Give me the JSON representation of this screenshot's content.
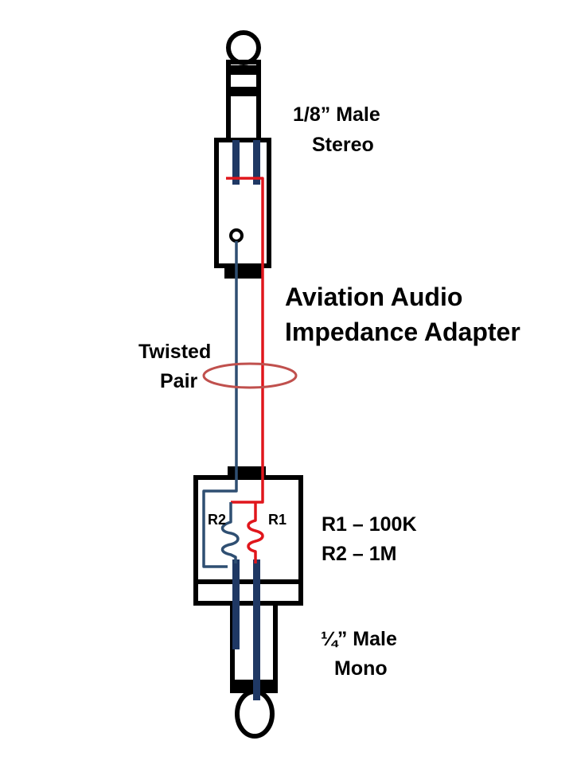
{
  "title_line1": "Aviation Audio",
  "title_line2": "Impedance Adapter",
  "top_plug": {
    "line1": "1/8” Male",
    "line2": "Stereo"
  },
  "bottom_plug": {
    "line1": "¼” Male",
    "line2": "Mono"
  },
  "twisted_pair": {
    "line1": "Twisted",
    "line2": "Pair"
  },
  "resistor_tags": {
    "r1": "R1",
    "r2": "R2"
  },
  "resistor_values": {
    "r1": "R1 – 100K",
    "r2": "R2 – 1M"
  },
  "colors": {
    "outline": "#000000",
    "conductor": "#1f3864",
    "wire_blue": "#2f4f72",
    "wire_red": "#e0161c",
    "twist_ring": "#c0504d"
  }
}
